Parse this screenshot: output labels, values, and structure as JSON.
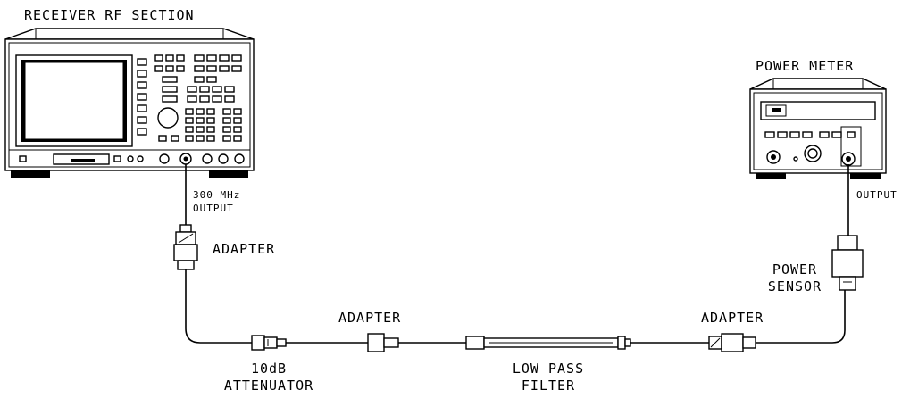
{
  "labels": {
    "receiver": "RECEIVER RF SECTION",
    "power_meter": "POWER METER",
    "output_300_line1": "300 MHz",
    "output_300_line2": "OUTPUT",
    "adapter_left": "ADAPTER",
    "attenuator_line1": "10dB",
    "attenuator_line2": "ATTENUATOR",
    "adapter_middle": "ADAPTER",
    "filter_line1": "LOW PASS",
    "filter_line2": "FILTER",
    "adapter_right": "ADAPTER",
    "sensor_line1": "POWER",
    "sensor_line2": "SENSOR",
    "output_right": "OUTPUT"
  }
}
